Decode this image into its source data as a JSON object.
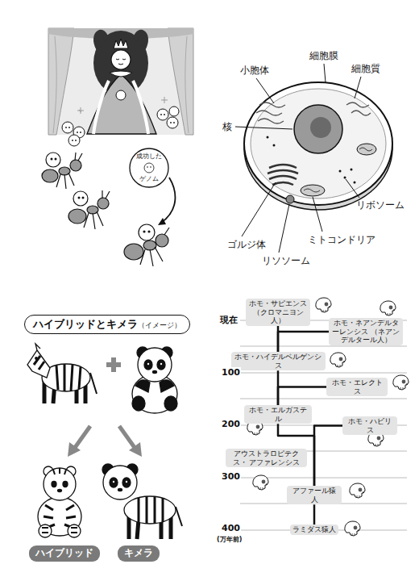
{
  "diagram": {
    "nodes": [
      {
        "text": [
          "成功した",
          "ゲノム"
        ]
      },
      {
        "text": [
          "ハイブリッドとキメラ",
          "（イメージ）"
        ]
      },
      {
        "text": [
          "ハイブリッド"
        ]
      },
      {
        "text": [
          "キメラ"
        ]
      },
      {
        "text": [
          "ホモ・サピエンス （クロマニヨン人）"
        ]
      },
      {
        "text": [
          "ホモ・ネアンデルターレンシス （ネアンデルタール人）"
        ]
      },
      {
        "text": [
          "ホモ・ハイデルベルゲンシス"
        ]
      },
      {
        "text": [
          "ホモ・エレクトス"
        ]
      },
      {
        "text": [
          "ホモ・エルガステル"
        ]
      },
      {
        "text": [
          "ホモ・ハビリス"
        ]
      },
      {
        "text": [
          "アウストラロピテクス・ アファレンシス"
        ]
      },
      {
        "text": [
          "アファール猿人"
        ]
      },
      {
        "text": [
          "ラミダス猿人"
        ]
      }
    ],
    "edges": [
      {
        "from": 12,
        "to": 11,
        "arrow": "none"
      },
      {
        "from": 11,
        "to": 8,
        "arrow": "none"
      },
      {
        "from": 11,
        "to": 9,
        "arrow": "none"
      },
      {
        "from": 8,
        "to": 7,
        "arrow": "none"
      },
      {
        "from": 8,
        "to": 6,
        "arrow": "none"
      },
      {
        "from": 6,
        "to": 4,
        "arrow": "none"
      },
      {
        "from": 6,
        "to": 5,
        "arrow": "none"
      }
    ],
    "labels": [
      "小胞体",
      "細胞膜",
      "細胞質",
      "核",
      "リボソーム",
      "ゴルジ体",
      "ミトコンドリア",
      "リソソーム",
      "現在",
      "100",
      "200",
      "300",
      "400",
      "(万年前)"
    ]
  }
}
